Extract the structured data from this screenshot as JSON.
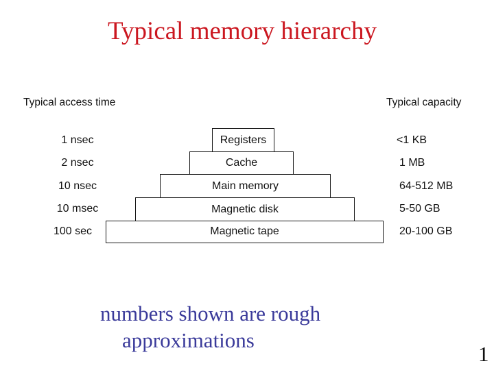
{
  "slide": {
    "title": "Typical memory hierarchy",
    "caption_line1": "numbers shown are rough",
    "caption_line2": "approximations",
    "page_number": "1",
    "colors": {
      "title_red": "#cb1720",
      "caption_blue": "#3a3a9a",
      "diagram_ink": "#111111",
      "background": "#ffffff"
    }
  },
  "diagram": {
    "access_time_header": "Typical access time",
    "capacity_header": "Typical capacity",
    "levels": [
      {
        "access_time": "1 nsec",
        "name": "Registers",
        "capacity": "<1 KB"
      },
      {
        "access_time": "2 nsec",
        "name": "Cache",
        "capacity": "1 MB"
      },
      {
        "access_time": "10 nsec",
        "name": "Main memory",
        "capacity": "64-512 MB"
      },
      {
        "access_time": "10 msec",
        "name": "Magnetic disk",
        "capacity": "5-50 GB"
      },
      {
        "access_time": "100 sec",
        "name": "Magnetic tape",
        "capacity": "20-100 GB"
      }
    ]
  }
}
